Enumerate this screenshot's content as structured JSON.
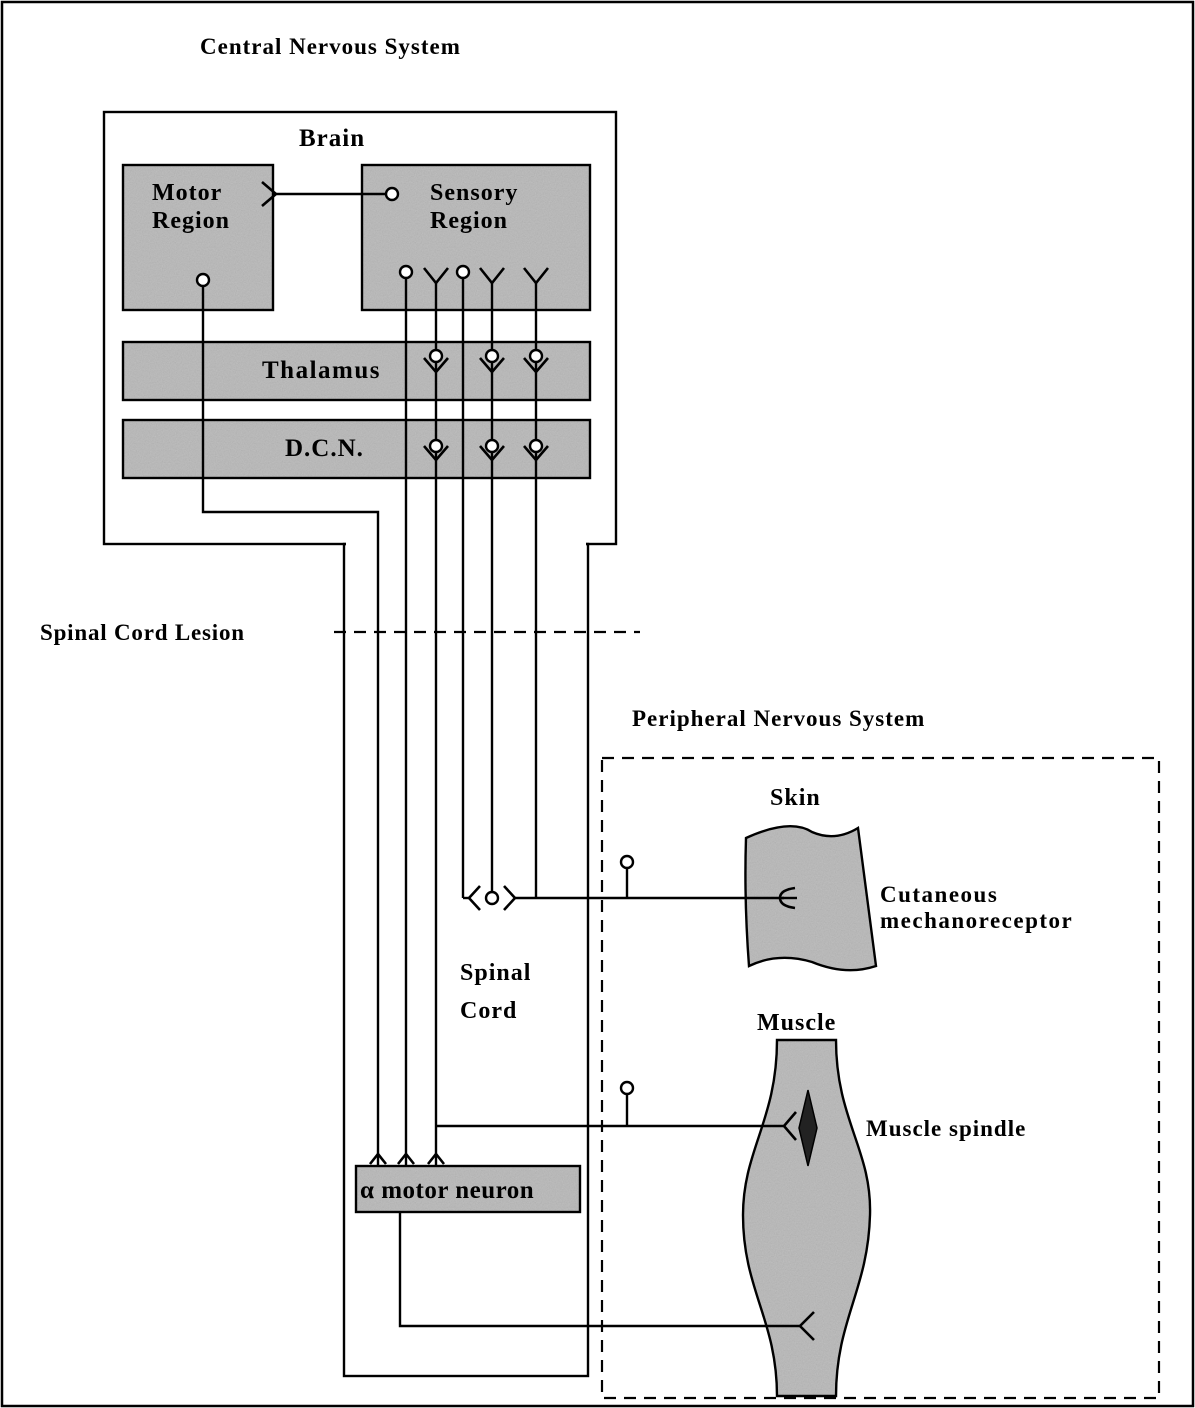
{
  "labels": {
    "cns": "Central Nervous System",
    "brain": "Brain",
    "motor_region": [
      "Motor",
      "Region"
    ],
    "sensory_region": [
      "Sensory",
      "Region"
    ],
    "thalamus": "Thalamus",
    "dcn": "D.C.N.",
    "lesion": "Spinal Cord Lesion",
    "pns": "Peripheral Nervous System",
    "skin": "Skin",
    "cutaneous": [
      "Cutaneous",
      "mechanoreceptor"
    ],
    "spinal_cord": [
      "Spinal",
      "Cord"
    ],
    "muscle": "Muscle",
    "spindle": "Muscle spindle",
    "motor_neuron": "α motor neuron"
  },
  "colors": {
    "region_fill": "#b5b5b5",
    "line": "#000000",
    "background": "#ffffff"
  }
}
